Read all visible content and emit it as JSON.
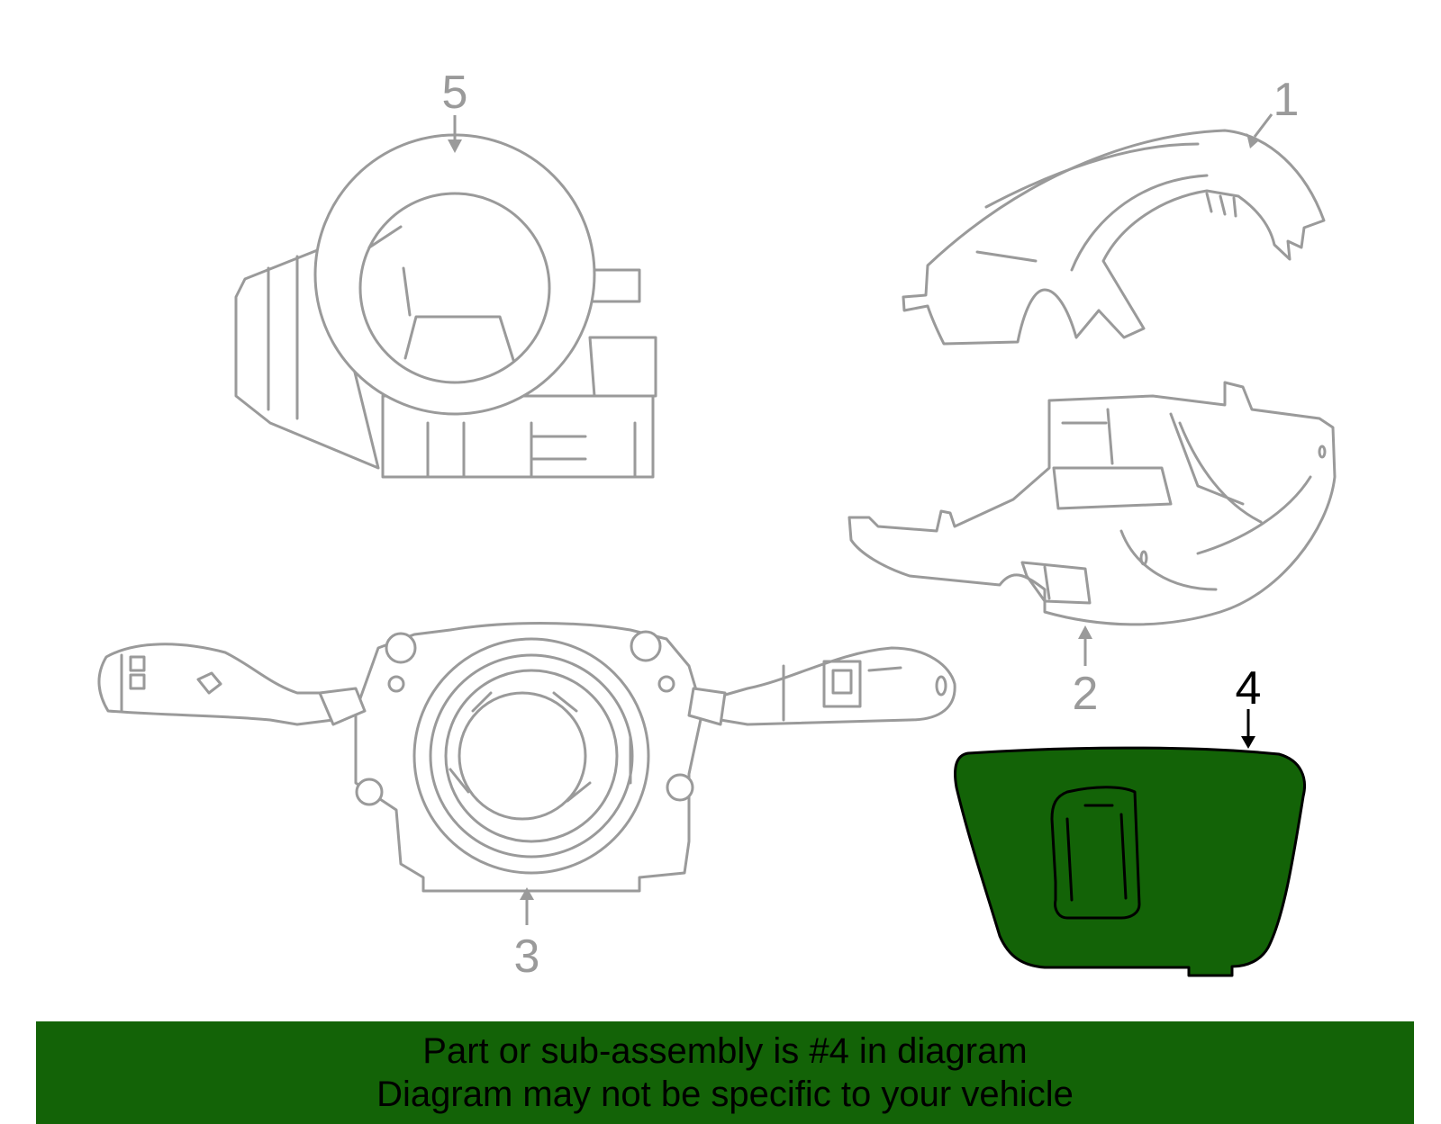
{
  "callouts": [
    {
      "id": "1",
      "label": "1",
      "selected": false
    },
    {
      "id": "2",
      "label": "2",
      "selected": false
    },
    {
      "id": "3",
      "label": "3",
      "selected": false
    },
    {
      "id": "4",
      "label": "4",
      "selected": true
    },
    {
      "id": "5",
      "label": "5",
      "selected": false
    }
  ],
  "colors": {
    "highlight": "#136307",
    "line": "#9a9a9a",
    "selected_line": "#000000"
  },
  "banner": {
    "line1": "Part or sub-assembly is #4 in diagram",
    "line2": "Diagram may not be specific to your vehicle"
  }
}
